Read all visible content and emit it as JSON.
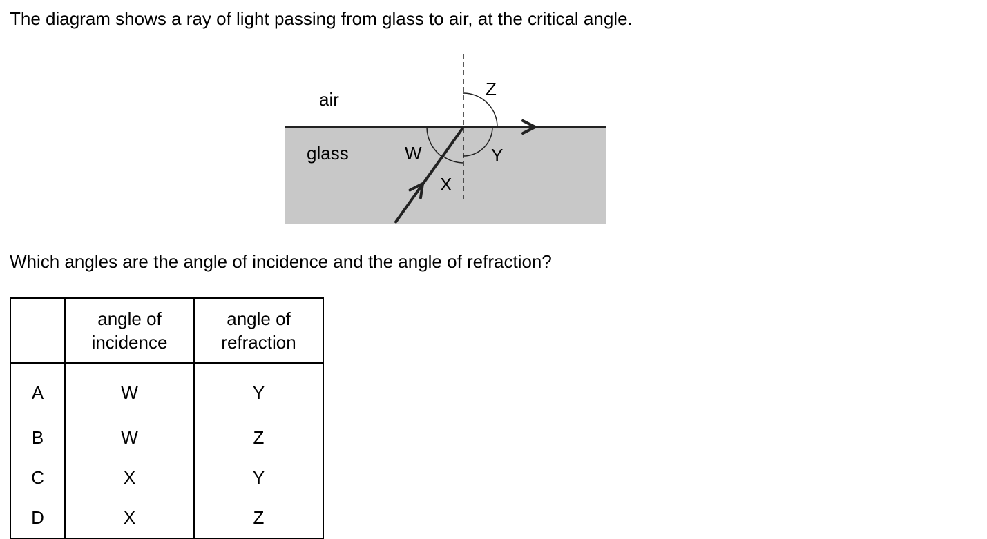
{
  "intro_text": "The diagram shows a ray of light passing from glass to air, at the critical angle.",
  "question_text": "Which angles are the angle of incidence and the angle of refraction?",
  "diagram": {
    "medium_top_label": "air",
    "medium_bottom_label": "glass",
    "angle_labels": {
      "w": "W",
      "x": "X",
      "y": "Y",
      "z": "Z"
    },
    "colors": {
      "glass": "#c8c8c8",
      "line": "#222222"
    }
  },
  "table": {
    "header": {
      "incidence_line1": "angle of",
      "incidence_line2": "incidence",
      "refraction_line1": "angle of",
      "refraction_line2": "refraction"
    },
    "rows": [
      {
        "letter": "A",
        "incidence": "W",
        "refraction": "Y"
      },
      {
        "letter": "B",
        "incidence": "W",
        "refraction": "Z"
      },
      {
        "letter": "C",
        "incidence": "X",
        "refraction": "Y"
      },
      {
        "letter": "D",
        "incidence": "X",
        "refraction": "Z"
      }
    ]
  }
}
